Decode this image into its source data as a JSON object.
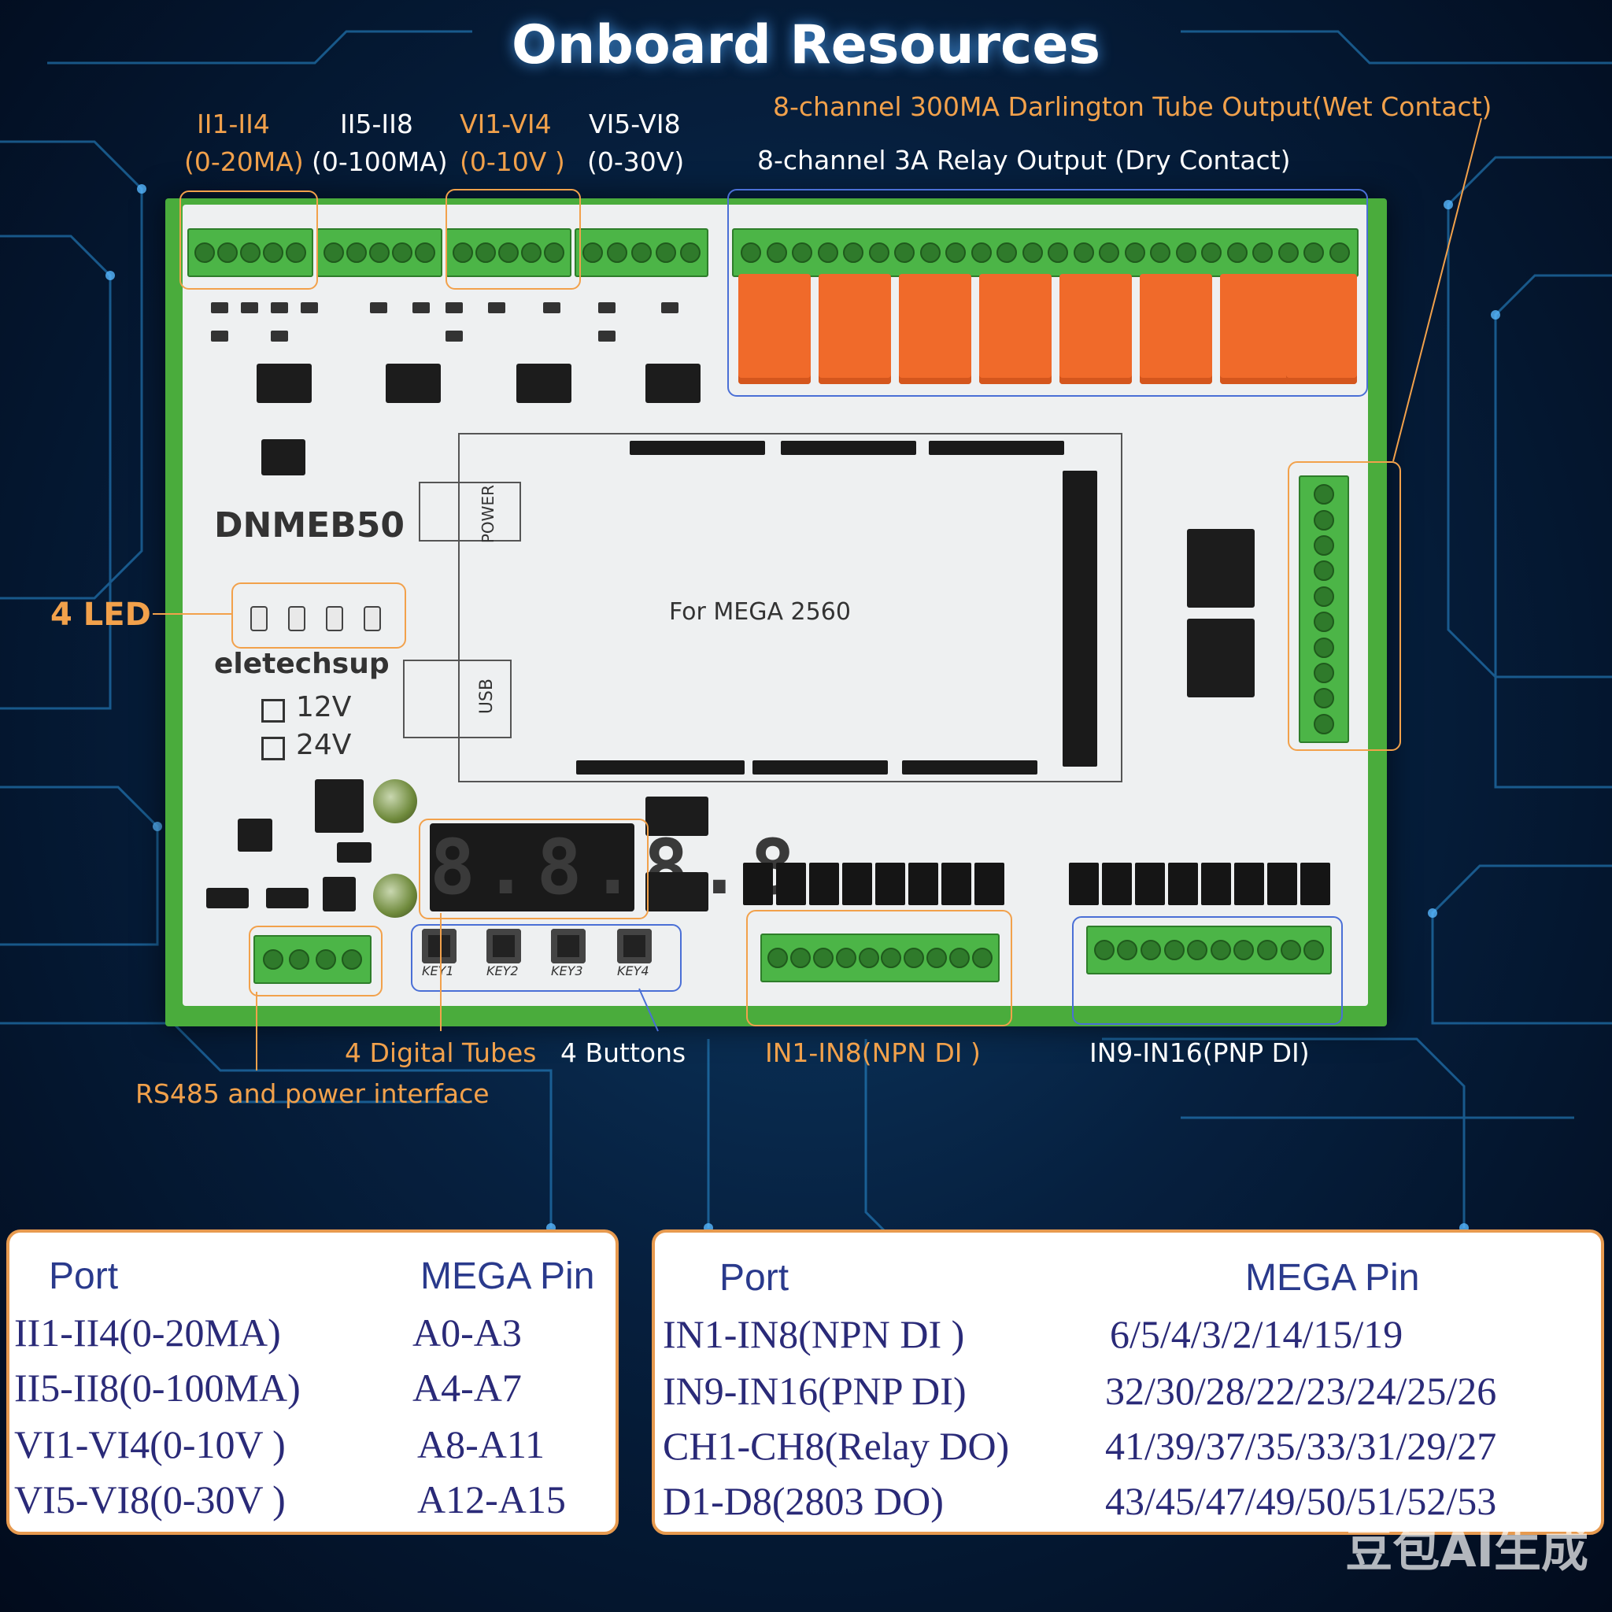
{
  "title": "Onboard Resources",
  "labels": {
    "ii1_range": "II1-II4",
    "ii1_spec": "(0-20MA)",
    "ii5_range": "II5-II8",
    "ii5_spec": "(0-100MA)",
    "vi1_range": "VI1-VI4",
    "vi1_spec": "(0-10V )",
    "vi5_range": "VI5-VI8",
    "vi5_spec": "(0-30V)",
    "darlington": "8-channel 300MA Darlington Tube Output(Wet Contact)",
    "relay": "8-channel 3A Relay Output (Dry Contact)",
    "led": "4 LED",
    "digital_tubes": "4 Digital Tubes",
    "buttons": "4 Buttons",
    "npn": "IN1-IN8(NPN DI )",
    "pnp": "IN9-IN16(PNP DI)",
    "rs485": "RS485 and power interface"
  },
  "board": {
    "model": "DNMEB50",
    "brand": "eletechsup",
    "voltage_12": "12V",
    "voltage_24": "24V",
    "mega": "For MEGA 2560",
    "power": "POWER",
    "usb": "USB",
    "seg_display": "8.8.8.8",
    "keys": [
      "KEY1",
      "KEY2",
      "KEY3",
      "KEY4"
    ]
  },
  "table_left": {
    "header": [
      "Port",
      "MEGA Pin"
    ],
    "rows": [
      [
        "II1-II4(0-20MA)",
        "A0-A3"
      ],
      [
        "II5-II8(0-100MA)",
        "A4-A7"
      ],
      [
        "VI1-VI4(0-10V  )",
        "A8-A11"
      ],
      [
        "VI5-VI8(0-30V )",
        "A12-A15"
      ]
    ]
  },
  "table_right": {
    "header": [
      "Port",
      "MEGA Pin"
    ],
    "rows": [
      [
        "IN1-IN8(NPN DI )",
        "6/5/4/3/2/14/15/19"
      ],
      [
        "IN9-IN16(PNP DI)",
        "32/30/28/22/23/24/25/26"
      ],
      [
        "CH1-CH8(Relay DO)",
        "41/39/37/35/33/31/29/27"
      ],
      [
        "D1-D8(2803 DO)",
        "43/45/47/49/50/51/52/53"
      ]
    ]
  },
  "watermark": "豆包AI生成",
  "colors": {
    "accent_orange": "#f2a14b",
    "pcb": "#eef0f1",
    "terminal_green": "#4cb547",
    "relay_orange": "#f06a2a",
    "table_text": "#2a2a78"
  }
}
